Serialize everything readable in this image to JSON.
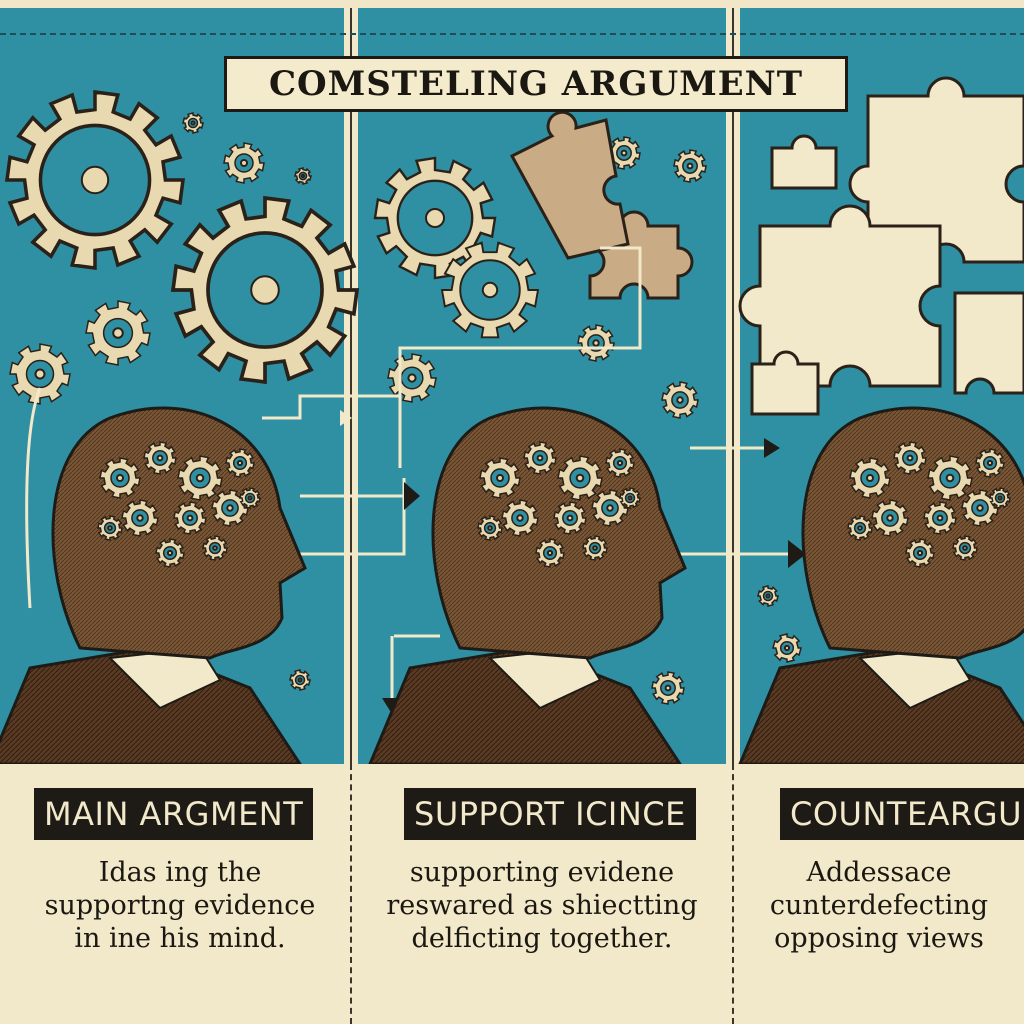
{
  "title": "COMSTELING ARGUMENT",
  "panels": [
    {
      "label": "MAIN ARGMENT",
      "caption": [
        "Idas ing the",
        "supportng evidence",
        "in ine his mind."
      ]
    },
    {
      "label": "SUPPORT ICINCE",
      "caption": [
        "supporting evidene",
        "reswared as  shiectting",
        "delficting together."
      ]
    },
    {
      "label": "COUNTEARGUMTY",
      "caption": [
        "Addessace",
        "cunterdefecting",
        "opposing views"
      ]
    }
  ],
  "colors": {
    "background": "#2f8fa3",
    "paper": "#f2e8ca",
    "ink": "#1e1b16",
    "head": "#7a5634",
    "gear": "#e8d9b0"
  },
  "icons": [
    "gear-icon",
    "puzzle-piece-icon",
    "arrow-icon",
    "head-silhouette"
  ]
}
